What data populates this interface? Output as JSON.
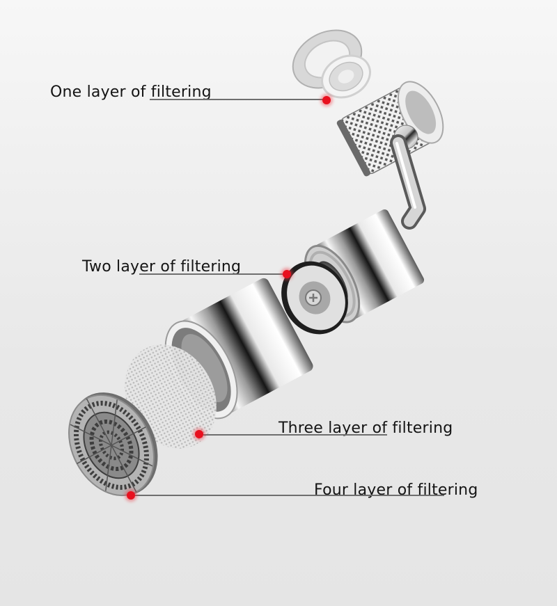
{
  "diagram": {
    "type": "exploded-product-view",
    "subject": "rotating faucet aerator filter assembly",
    "colors": {
      "background_top": "#f7f7f7",
      "background_bottom": "#e5e5e5",
      "callout_dot": "#e8101e",
      "leader_line": "#6e6e6e",
      "label_text": "#141414",
      "chrome_light": "#f4f4f4",
      "chrome_dark": "#1e1e1e",
      "filter_grey": "#8a8a8a"
    },
    "callouts": [
      {
        "label": "One layer of filtering",
        "part": "gasket and fine mesh disc",
        "dot": [
          469,
          144
        ]
      },
      {
        "label": "Two layer of filtering",
        "part": "rubber-ringed filter disc",
        "dot": [
          412,
          394
        ]
      },
      {
        "label": "Three layer of filtering",
        "part": "stainless mesh screen",
        "dot": [
          286,
          624
        ]
      },
      {
        "label": "Four layer of filtering",
        "part": "outlet aerator grille",
        "dot": [
          188,
          712
        ]
      }
    ],
    "parts": [
      "sealing gasket",
      "mesh filter disc",
      "knurled connector nut",
      "swivel ball joint and elbow arm",
      "threaded chrome body",
      "filter disc with rubber ring",
      "chrome outer sleeve",
      "mesh screen",
      "aerator grille"
    ]
  }
}
